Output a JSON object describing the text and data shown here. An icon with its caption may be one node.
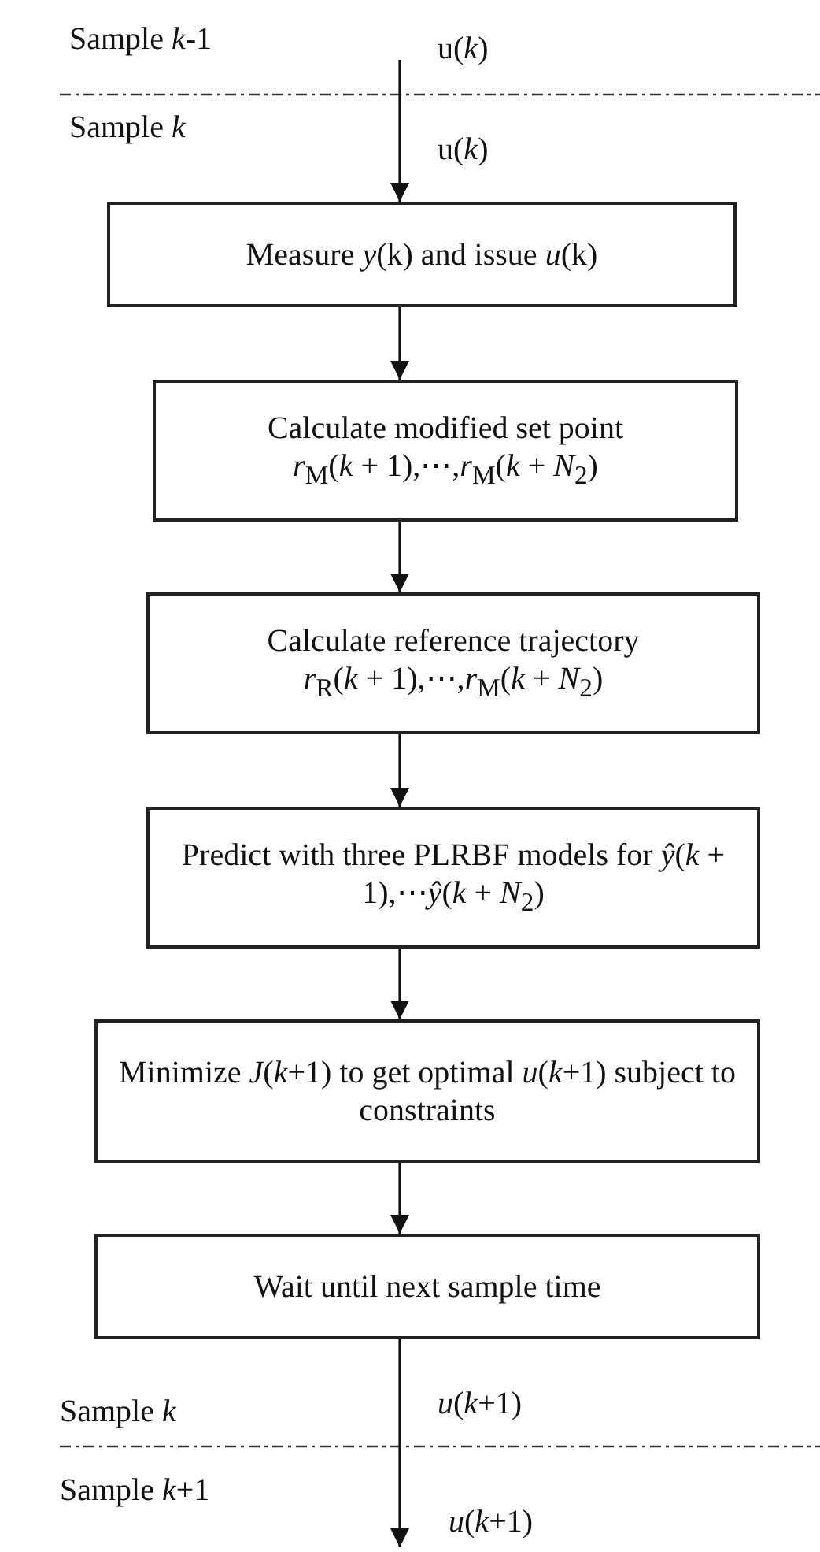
{
  "diagram": {
    "nodes": [
      {
        "text": [
          "Measure *y*(k) and issue *u*(k)"
        ]
      },
      {
        "text": [
          "Calculate modified set point",
          "*r*$_{M}$(*k* + 1),⋯,*r*$_{M}$(*k* + *N*$_{2}$)"
        ]
      },
      {
        "text": [
          "Calculate reference trajectory",
          "*r*$_{R}$(*k* + 1),⋯,*r*$_{M}$(*k* + *N*$_{2}$)"
        ]
      },
      {
        "text": [
          "Predict with three PLRBF models for *ŷ*(*k* + 1),⋯*ŷ*(*k* + *N*$_{2}$)"
        ]
      },
      {
        "text": [
          "Minimize *J*(*k*+1) to get optimal *u*(*k*+1) subject to constraints"
        ]
      },
      {
        "text": [
          "Wait until next sample time"
        ]
      }
    ],
    "edges": [
      {
        "from": null,
        "to": 0,
        "arrow": "to"
      },
      {
        "from": 0,
        "to": 1,
        "arrow": "to"
      },
      {
        "from": 1,
        "to": 2,
        "arrow": "to"
      },
      {
        "from": 2,
        "to": 3,
        "arrow": "to"
      },
      {
        "from": 3,
        "to": 4,
        "arrow": "to"
      },
      {
        "from": 4,
        "to": 5,
        "arrow": "to"
      },
      {
        "from": 5,
        "to": null,
        "arrow": "to"
      }
    ],
    "labels": [
      "Sample *k*-1",
      "u(*k*)",
      "Sample *k*",
      "u(*k*)",
      "Sample *k*",
      "*u*(*k*+1)",
      "Sample *k*+1",
      "*u*(*k*+1)"
    ]
  }
}
